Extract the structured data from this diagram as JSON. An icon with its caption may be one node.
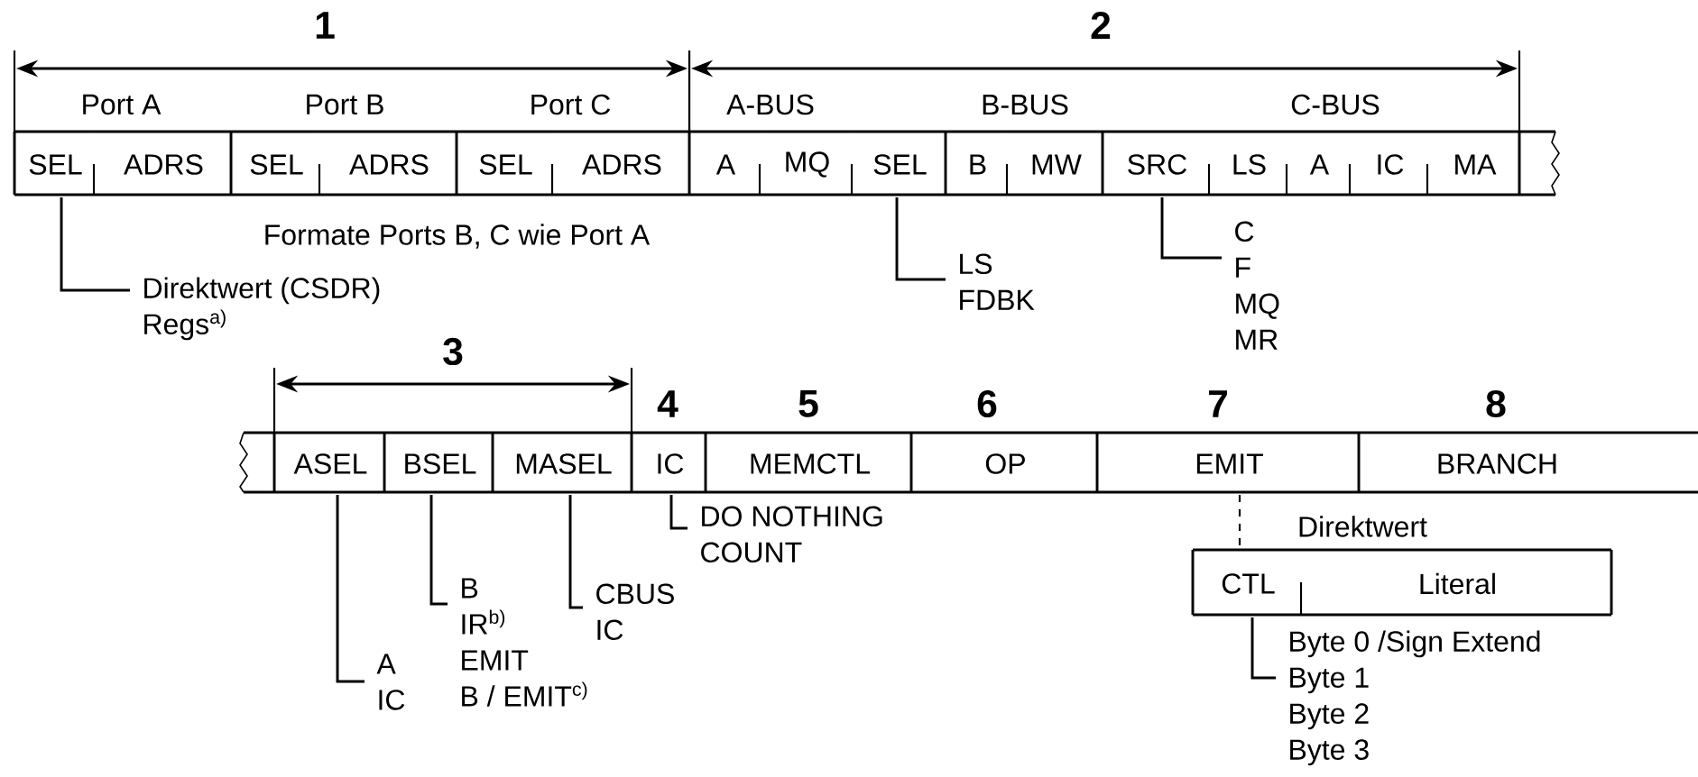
{
  "diagram": {
    "nodes": [
      {
        "text": [
          "SEL"
        ]
      },
      {
        "text": [
          "ADRS"
        ]
      },
      {
        "text": [
          "SEL"
        ]
      },
      {
        "text": [
          "ADRS"
        ]
      },
      {
        "text": [
          "SEL"
        ]
      },
      {
        "text": [
          "ADRS"
        ]
      },
      {
        "text": [
          "A"
        ]
      },
      {
        "text": [
          "MQ"
        ]
      },
      {
        "text": [
          "SEL"
        ]
      },
      {
        "text": [
          "B"
        ]
      },
      {
        "text": [
          "MW"
        ]
      },
      {
        "text": [
          "SRC"
        ]
      },
      {
        "text": [
          "LS"
        ]
      },
      {
        "text": [
          "A"
        ]
      },
      {
        "text": [
          "IC"
        ]
      },
      {
        "text": [
          "MA"
        ]
      },
      {
        "text": [
          "Direktwert (CSDR)",
          "Regs$^{a)}$"
        ]
      },
      {
        "text": [
          "LS",
          "FDBK"
        ]
      },
      {
        "text": [
          "C",
          "F",
          "MQ",
          "MR"
        ]
      },
      {
        "text": [
          "ASEL"
        ]
      },
      {
        "text": [
          "BSEL"
        ]
      },
      {
        "text": [
          "MASEL"
        ]
      },
      {
        "text": [
          "IC"
        ]
      },
      {
        "text": [
          "MEMCTL"
        ]
      },
      {
        "text": [
          "OP"
        ]
      },
      {
        "text": [
          "EMIT"
        ]
      },
      {
        "text": [
          "BRANCH"
        ]
      },
      {
        "text": [
          "A",
          "IC"
        ]
      },
      {
        "text": [
          "B",
          "IR$^{b)}$",
          "EMIT",
          "B / EMIT$^{c)}$"
        ]
      },
      {
        "text": [
          "CBUS",
          "IC"
        ]
      },
      {
        "text": [
          "DO NOTHING",
          "COUNT"
        ]
      },
      {
        "text": [
          "CTL"
        ]
      },
      {
        "text": [
          "Literal"
        ]
      },
      {
        "text": [
          "Byte 0 /Sign Extend",
          "Byte 1",
          "Byte 2",
          "Byte 3"
        ]
      }
    ],
    "edges": [
      {
        "from": 0,
        "to": 16,
        "arrow": "none"
      },
      {
        "from": 8,
        "to": 17,
        "arrow": "none"
      },
      {
        "from": 11,
        "to": 18,
        "arrow": "none"
      },
      {
        "from": 19,
        "to": 27,
        "arrow": "none"
      },
      {
        "from": 20,
        "to": 28,
        "arrow": "none"
      },
      {
        "from": 21,
        "to": 29,
        "arrow": "none"
      },
      {
        "from": 22,
        "to": 30,
        "arrow": "none"
      },
      {
        "from": 25,
        "to": 31,
        "arrow": "none",
        "style": "dashed"
      },
      {
        "from": 31,
        "to": 33,
        "arrow": "none"
      }
    ],
    "labels": [
      "1",
      "2",
      "Port A",
      "Port B",
      "Port C",
      "A-BUS",
      "B-BUS",
      "C-BUS",
      "Formate Ports B, C wie Port A",
      "3",
      "4",
      "5",
      "6",
      "7",
      "8",
      "Direktwert"
    ]
  }
}
